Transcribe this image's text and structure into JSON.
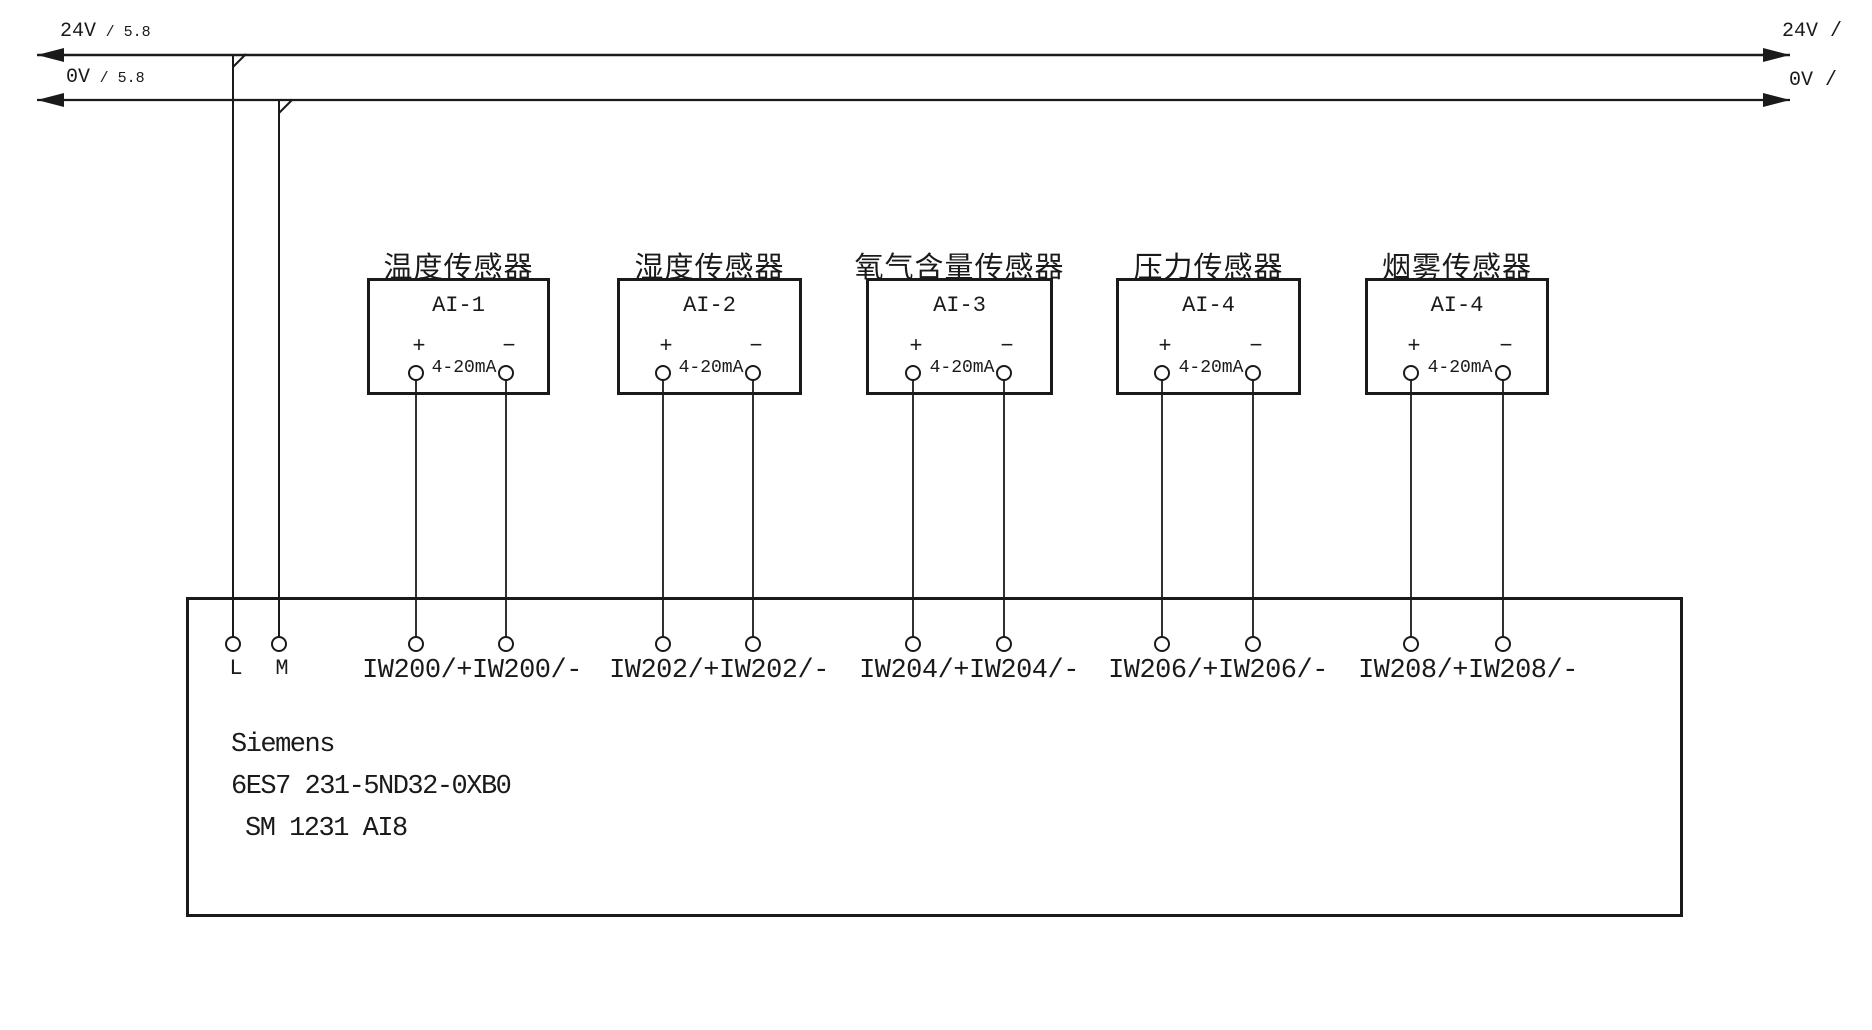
{
  "rails": {
    "v24": {
      "label": "24V",
      "ref": "/ 5.8",
      "label_right": "24V /"
    },
    "v0": {
      "label": "0V",
      "ref": "/ 5.8",
      "label_right": "0V /"
    }
  },
  "sensors": [
    {
      "title": "温度传感器",
      "channel": "AI-1",
      "plus": "+",
      "minus": "−",
      "signal": "4-20mA",
      "iw_label": "IW200/+IW200/-"
    },
    {
      "title": "湿度传感器",
      "channel": "AI-2",
      "plus": "+",
      "minus": "−",
      "signal": "4-20mA",
      "iw_label": "IW202/+IW202/-"
    },
    {
      "title": "氧气含量传感器",
      "channel": "AI-3",
      "plus": "+",
      "minus": "−",
      "signal": "4-20mA",
      "iw_label": "IW204/+IW204/-"
    },
    {
      "title": "压力传感器",
      "channel": "AI-4",
      "plus": "+",
      "minus": "−",
      "signal": "4-20mA",
      "iw_label": "IW206/+IW206/-"
    },
    {
      "title": "烟雾传感器",
      "channel": "AI-4",
      "plus": "+",
      "minus": "−",
      "signal": "4-20mA",
      "iw_label": "IW208/+IW208/-"
    }
  ],
  "plc": {
    "terminal_l": "L",
    "terminal_m": "M",
    "brand": "Siemens",
    "part_number": "6ES7 231-5ND32-0XB0",
    "module": "SM 1231 AI8"
  },
  "colors": {
    "ink": "#1a1a1a",
    "background": "#ffffff"
  }
}
